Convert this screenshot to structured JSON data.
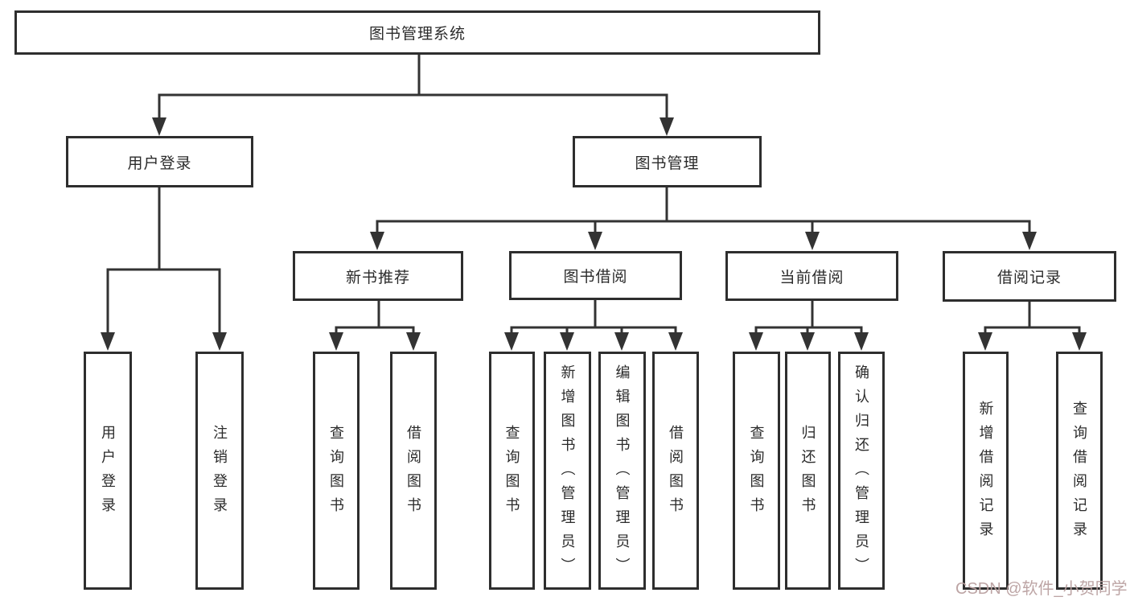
{
  "diagram": {
    "title": "图书管理系统",
    "branches": [
      {
        "label": "用户登录",
        "children": [
          {
            "label": "用户登录"
          },
          {
            "label": "注销登录"
          }
        ]
      },
      {
        "label": "图书管理",
        "children": [
          {
            "label": "新书推荐",
            "children": [
              {
                "label": "查询图书"
              },
              {
                "label": "借阅图书"
              }
            ]
          },
          {
            "label": "图书借阅",
            "children": [
              {
                "label": "查询图书"
              },
              {
                "label": "新增图书（管理员）"
              },
              {
                "label": "编辑图书（管理员）"
              },
              {
                "label": "借阅图书"
              }
            ]
          },
          {
            "label": "当前借阅",
            "children": [
              {
                "label": "查询图书"
              },
              {
                "label": "归还图书"
              },
              {
                "label": "确认归还（管理员）"
              }
            ]
          },
          {
            "label": "借阅记录",
            "children": [
              {
                "label": "新增借阅记录"
              },
              {
                "label": "查询借阅记录"
              }
            ]
          }
        ]
      }
    ]
  },
  "watermark": {
    "text": "CSDN @软件_小贺同学",
    "color": "#b9a0a0"
  },
  "colors": {
    "background": "#ffffff",
    "line": "#333333",
    "box_border": "#2e2e2e",
    "text": "#2b2b2b"
  }
}
